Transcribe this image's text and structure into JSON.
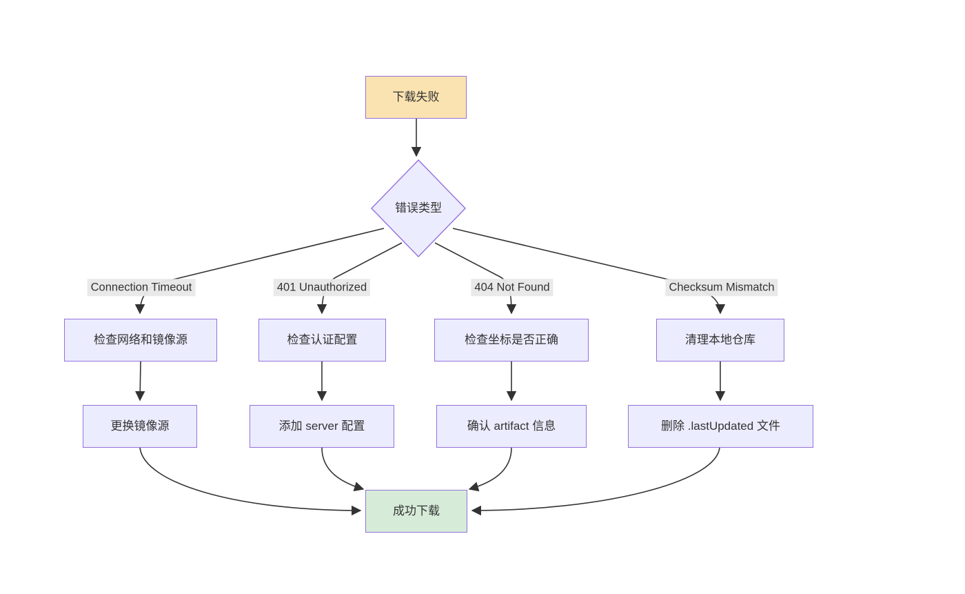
{
  "flowchart": {
    "nodes": {
      "download_failed": {
        "label": "下载失败",
        "type": "start"
      },
      "error_type": {
        "label": "错误类型",
        "type": "decision"
      },
      "check_network": {
        "label": "检查网络和镜像源",
        "type": "process"
      },
      "check_auth": {
        "label": "检查认证配置",
        "type": "process"
      },
      "check_coordinates": {
        "label": "检查坐标是否正确",
        "type": "process"
      },
      "clean_local_repo": {
        "label": "清理本地仓库",
        "type": "process"
      },
      "change_mirror": {
        "label": "更换镜像源",
        "type": "process"
      },
      "add_server_config": {
        "label": "添加 server 配置",
        "type": "process"
      },
      "confirm_artifact": {
        "label": "确认 artifact 信息",
        "type": "process"
      },
      "delete_lastupdated": {
        "label": "删除 .lastUpdated 文件",
        "type": "process"
      },
      "download_success": {
        "label": "成功下载",
        "type": "success"
      }
    },
    "edge_labels": {
      "connection_timeout": "Connection Timeout",
      "unauthorized_401": "401 Unauthorized",
      "not_found_404": "404 Not Found",
      "checksum_mismatch": "Checksum Mismatch"
    },
    "edges": [
      {
        "from": "download_failed",
        "to": "error_type",
        "label": ""
      },
      {
        "from": "error_type",
        "to": "check_network",
        "label": "Connection Timeout"
      },
      {
        "from": "error_type",
        "to": "check_auth",
        "label": "401 Unauthorized"
      },
      {
        "from": "error_type",
        "to": "check_coordinates",
        "label": "404 Not Found"
      },
      {
        "from": "error_type",
        "to": "clean_local_repo",
        "label": "Checksum Mismatch"
      },
      {
        "from": "check_network",
        "to": "change_mirror",
        "label": ""
      },
      {
        "from": "check_auth",
        "to": "add_server_config",
        "label": ""
      },
      {
        "from": "check_coordinates",
        "to": "confirm_artifact",
        "label": ""
      },
      {
        "from": "clean_local_repo",
        "to": "delete_lastupdated",
        "label": ""
      },
      {
        "from": "change_mirror",
        "to": "download_success",
        "label": ""
      },
      {
        "from": "add_server_config",
        "to": "download_success",
        "label": ""
      },
      {
        "from": "confirm_artifact",
        "to": "download_success",
        "label": ""
      },
      {
        "from": "delete_lastupdated",
        "to": "download_success",
        "label": ""
      }
    ],
    "colors": {
      "node_fill": "#ececff",
      "node_border": "#9370db",
      "start_fill": "#fbe3b1",
      "success_fill": "#d6ecd8",
      "edge_line": "#333333",
      "edge_label_bg": "#e8e8e8",
      "text": "#333333"
    }
  }
}
